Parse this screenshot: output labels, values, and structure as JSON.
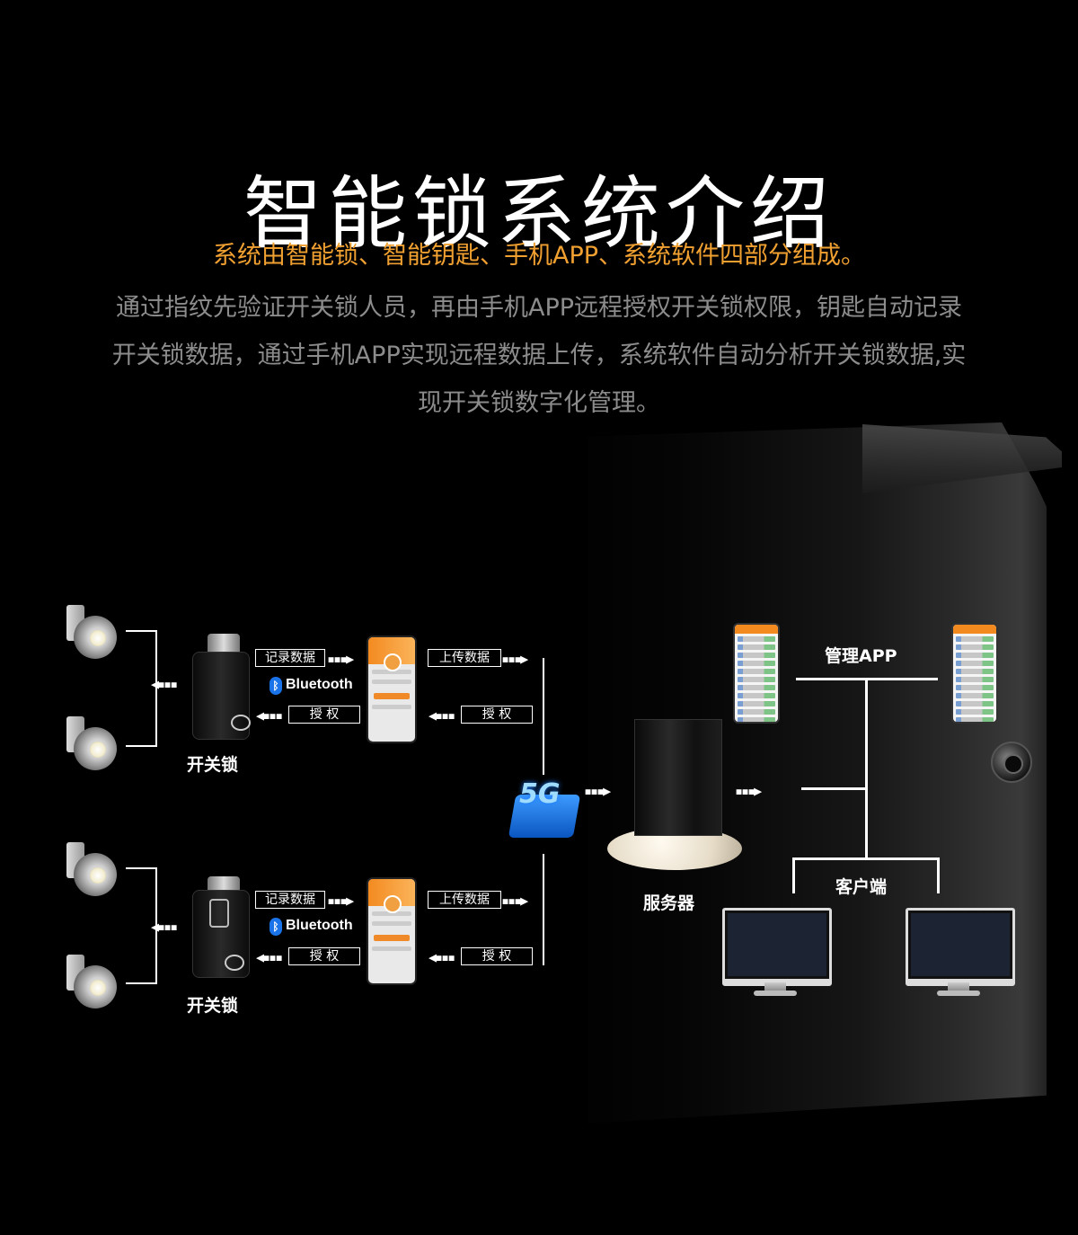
{
  "title": "智能锁系统介绍",
  "subtitle": "系统由智能锁、智能钥匙、手机APP、系统软件四部分组成。",
  "description_lines": [
    "通过指纹先验证开关锁人员，再由手机APP远程授权开关锁权限，钥匙自动记录",
    "开关锁数据，通过手机APP实现远程数据上传，系统软件自动分析开关锁数据,实",
    "现开关锁数字化管理。"
  ],
  "diagram": {
    "record_data": "记录数据",
    "upload_data": "上传数据",
    "authorize": "授 权",
    "bluetooth": "Bluetooth",
    "lock_caption": "开关锁",
    "server_caption": "服务器",
    "manage_app": "管理APP",
    "client": "客户端",
    "badge_5g": "5G"
  },
  "colors": {
    "accent_orange": "#f0a030",
    "desc_gray": "#8c8c8c",
    "bluetooth_blue": "#1a73e8"
  }
}
